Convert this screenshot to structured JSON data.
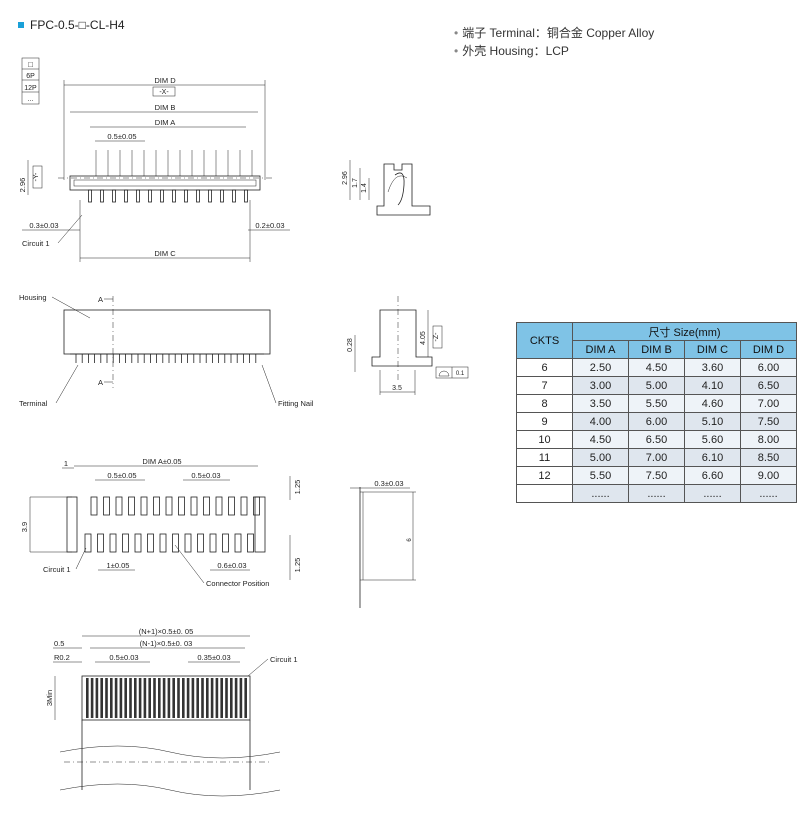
{
  "title": "FPC-0.5-□-CL-H4",
  "specs": {
    "terminal": "端子 Terminal：铜合金 Copper Alloy",
    "housing": "外壳 Housing：LCP"
  },
  "pin_box": [
    "□",
    "6P",
    "12P",
    "..."
  ],
  "labels": {
    "dim_d": "DIM D",
    "x_ref": "-X-",
    "dim_b": "DIM B",
    "dim_a": "DIM A",
    "pitch1": "0.5±0.05",
    "h296": "2.96",
    "y_ref": "-Y-",
    "tol_left": "0.3±0.03",
    "tol_right": "0.2±0.03",
    "circuit1": "Circuit 1",
    "dim_c": "DIM C",
    "side_296": "2.96",
    "side_17": "1.7",
    "side_14": "1.4",
    "housing": "Housing",
    "a_top": "A",
    "a_bot": "A",
    "terminal": "Terminal",
    "fitting_nail": "Fitting Nail",
    "s_028": "0.28",
    "s_405": "4.05",
    "z_ref": "-Z-",
    "s_35": "3.5",
    "flat": "0.1",
    "fp_one": "1",
    "fp_dima": "DIM  A±0.05",
    "fp_p1": "0.5±0.05",
    "fp_p2": "0.5±0.03",
    "fp_125a": "1.25",
    "fp_39": "3.9",
    "fp_125b": "1.25",
    "fp_circuit1": "Circuit 1",
    "fp_1": "1±0.05",
    "fp_06": "0.6±0.03",
    "fp_conn": "Connector Position",
    "pl_03": "0.3±0.03",
    "pl_6": "6",
    "fpc_n1p": "(N+1)×0.5±0. 05",
    "fpc_n1m": "(N-1)×0.5±0. 03",
    "fpc_05": "0.5",
    "fpc_r02": "R0.2",
    "fpc_p": "0.5±0.03",
    "fpc_035": "0.35±0.03",
    "fpc_circuit1": "Circuit 1",
    "fpc_3min": "3Min"
  },
  "table": {
    "header_ckts": "CKTS",
    "header_size": "尺寸 Size(mm)",
    "columns": [
      "DIM A",
      "DIM B",
      "DIM C",
      "DIM D"
    ],
    "rows": [
      {
        "ckts": "6",
        "a": "2.50",
        "b": "4.50",
        "c": "3.60",
        "d": "6.00"
      },
      {
        "ckts": "7",
        "a": "3.00",
        "b": "5.00",
        "c": "4.10",
        "d": "6.50"
      },
      {
        "ckts": "8",
        "a": "3.50",
        "b": "5.50",
        "c": "4.60",
        "d": "7.00"
      },
      {
        "ckts": "9",
        "a": "4.00",
        "b": "6.00",
        "c": "5.10",
        "d": "7.50"
      },
      {
        "ckts": "10",
        "a": "4.50",
        "b": "6.50",
        "c": "5.60",
        "d": "8.00"
      },
      {
        "ckts": "11",
        "a": "5.00",
        "b": "7.00",
        "c": "6.10",
        "d": "8.50"
      },
      {
        "ckts": "12",
        "a": "5.50",
        "b": "7.50",
        "c": "6.60",
        "d": "9.00"
      },
      {
        "ckts": "",
        "a": "......",
        "b": "......",
        "c": "......",
        "d": "......"
      }
    ]
  }
}
